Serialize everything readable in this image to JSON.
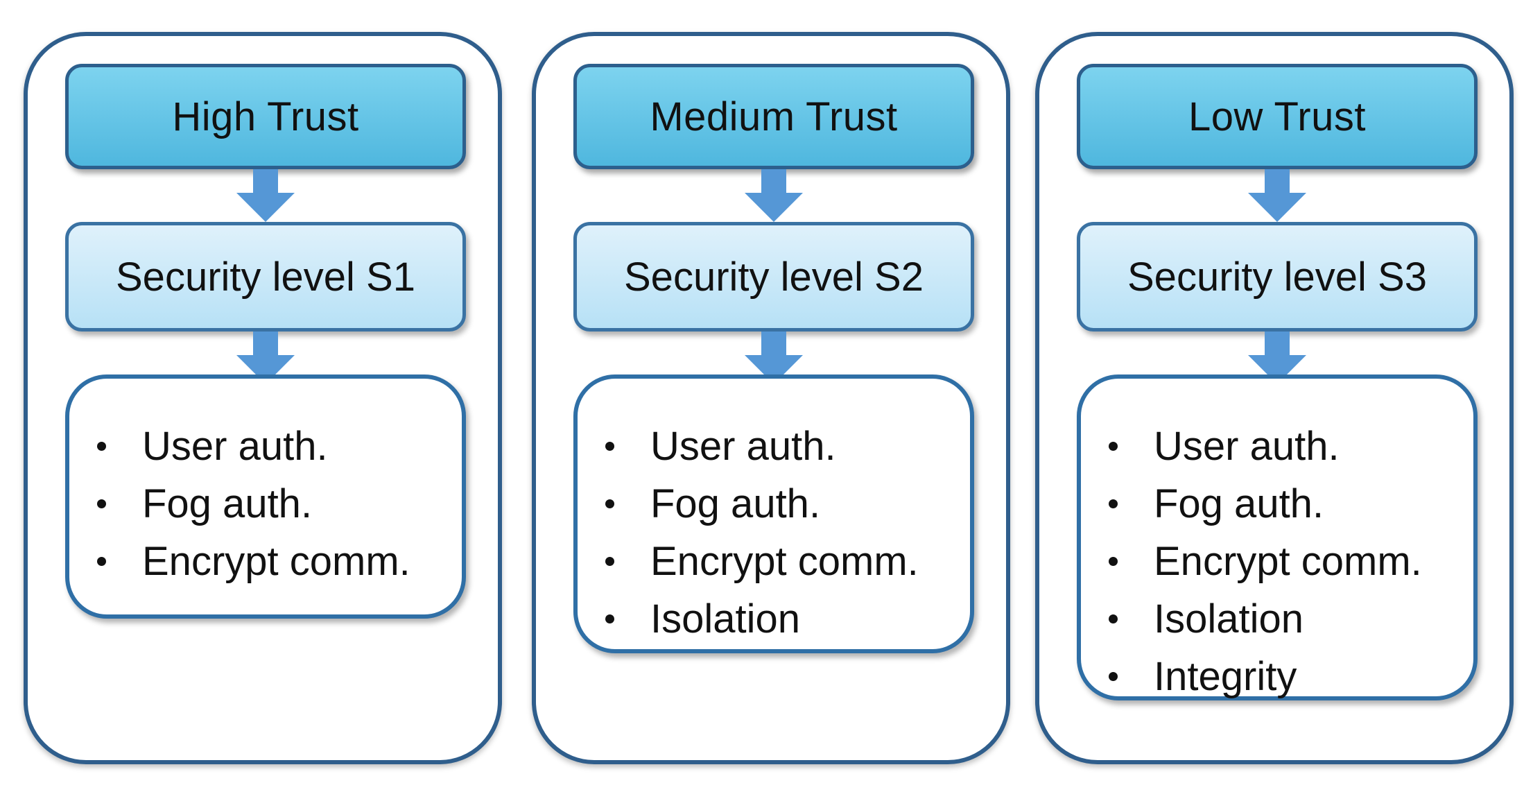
{
  "colors": {
    "column_border": "#2f5e8c",
    "trust_fill": "#5bc0e4",
    "security_fill": "#c9e9f8",
    "arrow_fill": "#5597d6",
    "text": "#111111"
  },
  "columns": [
    {
      "trust": "High Trust",
      "security": "Security level S1",
      "features": [
        "User auth.",
        "Fog auth.",
        "Encrypt comm."
      ]
    },
    {
      "trust": "Medium Trust",
      "security": "Security level S2",
      "features": [
        "User auth.",
        "Fog auth.",
        "Encrypt comm.",
        "Isolation"
      ]
    },
    {
      "trust": "Low Trust",
      "security": "Security level S3",
      "features": [
        "User auth.",
        "Fog auth.",
        "Encrypt comm.",
        "Isolation",
        "Integrity"
      ]
    }
  ]
}
